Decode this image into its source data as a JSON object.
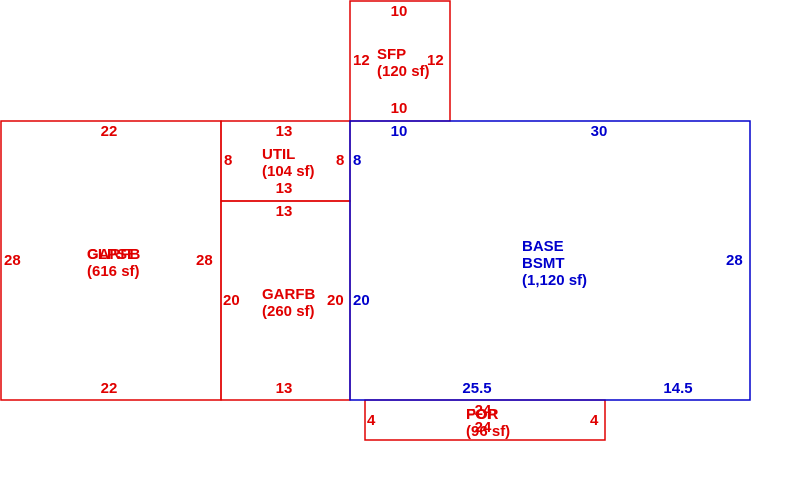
{
  "colors": {
    "red": "#e00000",
    "blue": "#0000cc"
  },
  "sfp": {
    "top": "10",
    "bottom": "10",
    "left": "12",
    "right": "12",
    "name": "SFP",
    "area": "(120 sf)"
  },
  "garage": {
    "top": "22",
    "bottom": "22",
    "left": "28",
    "right": "28",
    "name_a": "GARFB",
    "name_b": "CLPSE",
    "area": "(616 sf)"
  },
  "util": {
    "top": "13",
    "bottom": "13",
    "left": "8",
    "right": "8",
    "name": "UTIL",
    "area": "(104 sf)"
  },
  "garfb": {
    "top": "13",
    "bottom": "13",
    "left": "20",
    "right": "20",
    "name": "GARFB",
    "area": "(260 sf)"
  },
  "base": {
    "top_left": "10",
    "top_right": "30",
    "left_top": "8",
    "left_bottom": "20",
    "right": "28",
    "bottom_left": "25.5",
    "bottom_right": "14.5",
    "name1": "BASE",
    "name2": "BSMT",
    "area": "(1,120 sf)"
  },
  "por": {
    "top": "24",
    "bottom": "24",
    "left": "4",
    "right": "4",
    "name_a": "FOP",
    "name_b": "POR",
    "area": "(96 sf)"
  }
}
